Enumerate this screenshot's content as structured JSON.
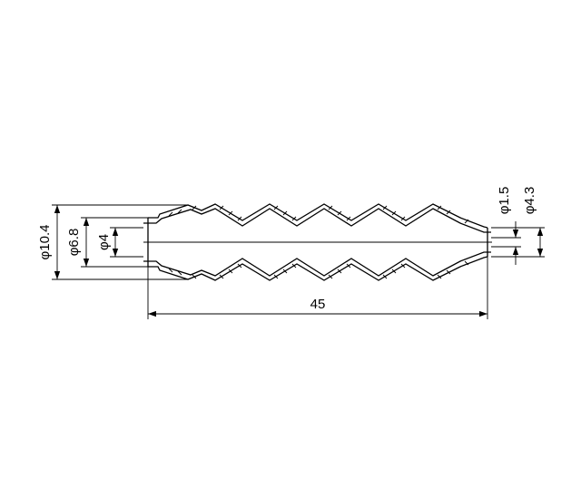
{
  "dimensions": {
    "outer_diameter": "φ10.4",
    "mid_diameter": "φ6.8",
    "inner_diameter": "φ4",
    "end_small_diameter": "φ1.5",
    "end_diameter": "φ4.3",
    "length": "45"
  }
}
